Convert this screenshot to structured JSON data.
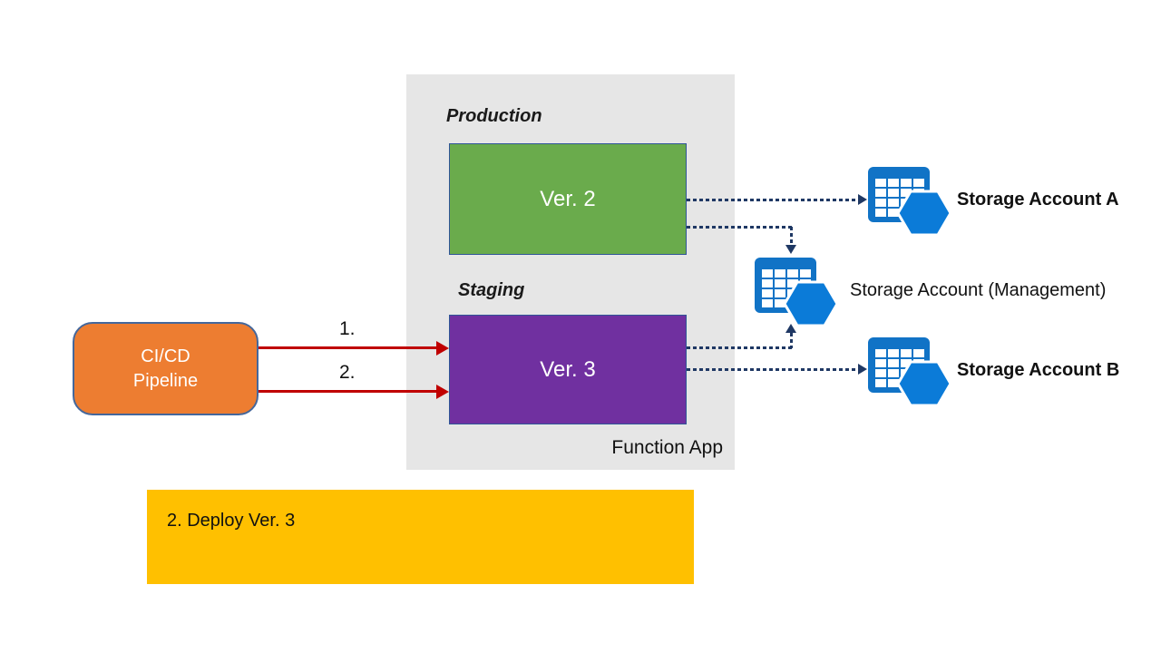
{
  "diagram": {
    "function_app": {
      "label": "Function App",
      "slots": [
        {
          "section": "Production",
          "version": "Ver. 2"
        },
        {
          "section": "Staging",
          "version": "Ver. 3"
        }
      ]
    },
    "pipeline": {
      "label": "CI/CD Pipeline"
    },
    "steps": [
      {
        "label": "1."
      },
      {
        "label": "2."
      }
    ],
    "storage_accounts": [
      {
        "label": "Storage Account A"
      },
      {
        "label": "Storage Account (Management)"
      },
      {
        "label": "Storage Account B"
      }
    ],
    "callout": {
      "text": "2. Deploy Ver. 3"
    },
    "colors": {
      "production_slot": "#6AAB4C",
      "staging_slot": "#7030A0",
      "slot_border": "#2F5597",
      "pipeline_fill": "#ED7D31",
      "pipeline_border": "#44679B",
      "callout_fill": "#FFC000",
      "deploy_arrow": "#C00000",
      "data_connector": "#1F3864",
      "storage_icon_blue": "#1173C6",
      "storage_hexagon_blue": "#0B7BD8",
      "function_app_panel": "#E6E6E6"
    }
  }
}
